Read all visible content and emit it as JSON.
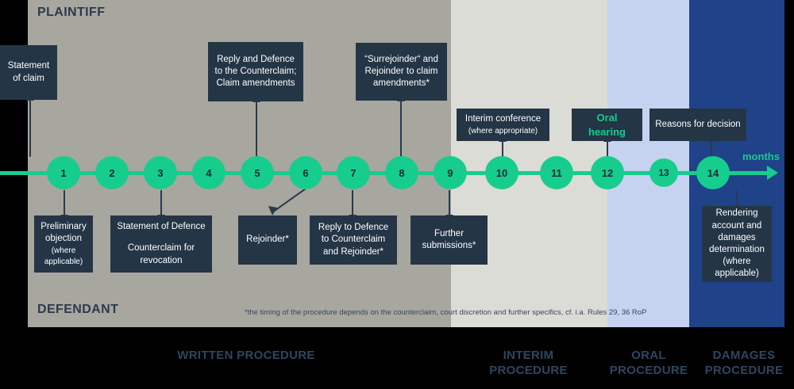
{
  "roles": {
    "plaintiff": "PLAINTIFF",
    "defendant": "DEFENDANT"
  },
  "timeline": {
    "axis_label": "months",
    "nodes": [
      "1",
      "2",
      "3",
      "4",
      "5",
      "6",
      "7",
      "8",
      "9",
      "10",
      "11",
      "12",
      "13",
      "14"
    ]
  },
  "colors": {
    "accent_green": "#17CD8D",
    "box_dark": "#243546",
    "band_grey": "#A7A79F",
    "band_light_grey": "#DCDCD6",
    "band_light_blue": "#C6D3F0",
    "band_dark_blue": "#1F4289",
    "text_navy": "#2E4660"
  },
  "plaintiff_boxes": [
    {
      "id": "statement-of-claim",
      "lines": [
        "Statement of claim"
      ]
    },
    {
      "id": "reply-defence-counterclaim",
      "lines": [
        "Reply and Defence to the Counterclaim; Claim amendments"
      ]
    },
    {
      "id": "surrejoinder-rejoinder",
      "lines": [
        "“Surrejoinder“ and Rejoinder to claim amendments*"
      ]
    },
    {
      "id": "interim-conference",
      "lines": [
        "Interim conference",
        "(where appropriate)"
      ]
    },
    {
      "id": "oral-hearing",
      "lines": [
        "Oral hearing"
      ]
    },
    {
      "id": "reasons-for-decision",
      "lines": [
        "Reasons for decision"
      ]
    }
  ],
  "defendant_boxes": [
    {
      "id": "preliminary-objection",
      "lines": [
        "Preliminary objection",
        "(where applicable)"
      ]
    },
    {
      "id": "statement-of-defence",
      "lines": [
        "Statement of Defence",
        "Counterclaim for revocation"
      ]
    },
    {
      "id": "rejoinder",
      "lines": [
        "Rejoinder*"
      ]
    },
    {
      "id": "reply-to-defence",
      "lines": [
        "Reply to Defence to Counterclaim and Rejoinder*"
      ]
    },
    {
      "id": "further-submissions",
      "lines": [
        "Further submissions*"
      ]
    },
    {
      "id": "rendering-account",
      "lines": [
        "Rendering account and damages determination (where applicable)"
      ]
    }
  ],
  "footnote": "*the timing of the procedure depends on the counterclaim, court discretion and further specifics, cf. i.a. Rules 29, 36 RoP",
  "phases": [
    {
      "id": "written",
      "label": "WRITTEN PROCEDURE"
    },
    {
      "id": "interim",
      "label": "INTERIM PROCEDURE"
    },
    {
      "id": "oral",
      "label": "ORAL PROCEDURE"
    },
    {
      "id": "damages",
      "label": "DAMAGES PROCEDURE"
    }
  ]
}
